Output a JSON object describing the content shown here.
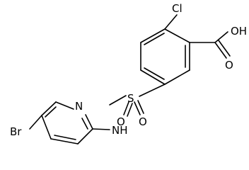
{
  "atoms": {
    "chlorine": "Cl",
    "hydroxyl": "OH",
    "carbonyl_oxygen": "O",
    "sulfur": "S",
    "sulfonyl_oxygen_left": "O",
    "sulfonyl_oxygen_right": "O",
    "amine": "NH",
    "pyridine_nitrogen": "N",
    "bromine": "Br"
  }
}
